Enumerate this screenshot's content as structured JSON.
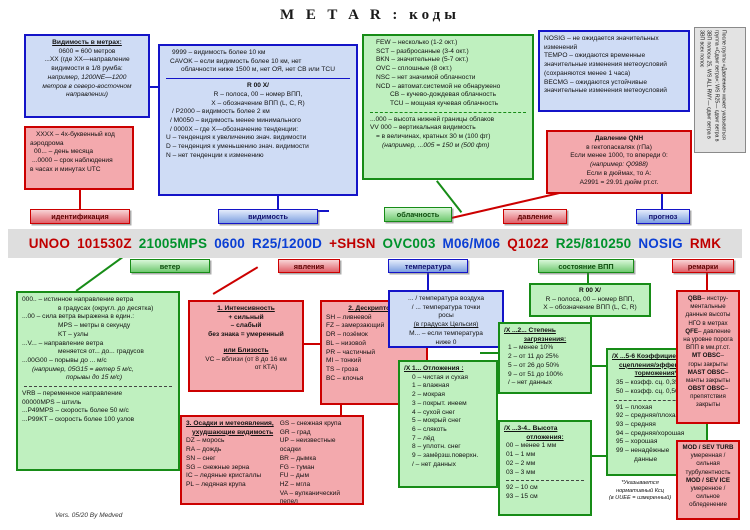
{
  "title": "M E T A R :  коды",
  "footer": "Vers. 05/20   By Medved",
  "vertical_note": "После группы «Давление» может указываться группа «Сдвиг ветра»: WS R25— сдвиг ветра в ЗВП полосы 25, WS ALL RWY— сдвиг ветра в ЗВП всех полос",
  "metar_line": [
    {
      "text": "UNOO",
      "color": "#c00000"
    },
    {
      "text": "101530Z",
      "color": "#c00000"
    },
    {
      "text": "21005MPS",
      "color": "#00922b"
    },
    {
      "text": "0600",
      "color": "#0b3fd4"
    },
    {
      "text": "R25/1200D",
      "color": "#0b3fd4"
    },
    {
      "text": "+SHSN",
      "color": "#c00000"
    },
    {
      "text": "OVC003",
      "color": "#00922b"
    },
    {
      "text": "M06/M06",
      "color": "#0b3fd4"
    },
    {
      "text": "Q1022",
      "color": "#c00000"
    },
    {
      "text": "R25/810250",
      "color": "#00922b"
    },
    {
      "text": "NOSIG",
      "color": "#0b3fd4"
    },
    {
      "text": "RMK",
      "color": "#c00000"
    }
  ],
  "chips": {
    "identification": "идентификация",
    "visibility": "видимость",
    "clouds": "облачность",
    "pressure": "давление",
    "forecast": "прогноз",
    "wind": "ветер",
    "phenomena": "явления",
    "temperature": "температура",
    "runway_state": "состояние ВПП",
    "remarks": "ремарки"
  },
  "visibility_meters": {
    "header": "Видимость в метрах:",
    "lines": [
      "0600 = 600 метров",
      "...XX (где XX—направление",
      "видимости в 1/8 румба:"
    ],
    "italic": [
      "например, 1200NE—1200",
      "метров в северо-восточном",
      "направлении)"
    ]
  },
  "identification": {
    "lines": [
      "XXXX – 4х-буквенный код",
      "аэродрома",
      "00... – день месяца",
      "...0000 – срок наблюдения",
      "в часах и минутах UTC"
    ]
  },
  "visibility_main": {
    "top": [
      "9999 – видимость более 10 км",
      "CAVOK – если видимость более 10 км, нет",
      "облачности ниже 1500 м, нет ОЯ, нет СВ или TCU"
    ],
    "rvr_header": "R 00 X/",
    "rvr_lines": [
      "R – полоса, 00 – номер ВПП,",
      "X – обозначение ВПП (L, C, R)",
      "/ P2000 – видимость более 2 км",
      "/ M0050 – видимость менее минимального",
      "/ 0000X – где X—обозначение тенденции:",
      "U – тенденция к увеличению знач. видимости",
      "D – тенденция к уменьшению знач. видимости",
      "N – нет тенденции к изменению"
    ]
  },
  "clouds": {
    "lines": [
      "FEW – несколько (1-2 окт.)",
      "SCT – разбросанные (3-4 окт.)",
      "BKN – значительные (5-7 окт.)",
      "OVC – сплошные (8 окт.)",
      "NSC – нет значимой облачности",
      "NCD – автомат.системой не обнаружено",
      "CB – кучево-дождевая облачность",
      "TCU – мощная кучевая облачность"
    ],
    "bottom": [
      "...000 – высота нижней границы облаков",
      "VV 000 – вертикальная видимость",
      "= в величинах, кратных 30 м (100 фт)"
    ],
    "bottom_italic": "(например, ...005 = 150 м (500 фт)"
  },
  "forecast": {
    "lines": [
      "NOSIG – не ожидается значительных",
      "изменений",
      "TEMPO – ожидаются временные",
      "значительные изменения метеоусловий",
      "(сохраняются менее 1 часа)",
      "BECMG – ожидаются устойчивые",
      "значительные изменения метеоусловий"
    ]
  },
  "pressure": {
    "header1": "Давление QNH",
    "header2": "в гектопаскалях (гПа)",
    "lines": [
      "Если менее 1000, то впереди 0:",
      "(например: Q0988)",
      "Если в дюймах, то A:",
      "A2991 = 29.91 дюйм рт.ст."
    ]
  },
  "wind": {
    "lines": [
      "000.. – истинное направление ветра",
      "в градусах (округл. до десятка)",
      "...00 – сила ветра выражена в един.:",
      "MPS – метры в секунду",
      "KT – узлы",
      "...V... – направление ветра",
      "меняется от... до... градусов",
      "...00G00 – порывы до ... м/с"
    ],
    "italic": [
      "(например, 05G15 = ветер 5 м/с,",
      "порывы до 15  м/с)"
    ],
    "bottom": [
      "VRB – переменное направление",
      "00000MPS – штиль",
      "...P49MPS – скорость более 50 м/с",
      "...P99KT – скорость более 100 узлов"
    ]
  },
  "intensity": {
    "header": "1. Интенсивность",
    "lines": [
      "+ сильный",
      "– слабый",
      "без знака = умеренный"
    ],
    "sub_header": "или Близость",
    "sub_lines": [
      "VC – вблизи (от 8 до 16 км",
      "от КТА)"
    ]
  },
  "descriptors": {
    "header": "2. Дескрипторы",
    "items": [
      "SH – ливневой",
      "FZ – замерзающий",
      "DR – позёмок",
      "BL – низовой",
      "PR – частичный",
      "MI – тонкий",
      "TS – гроза",
      "BC – клочья"
    ]
  },
  "precipitation": {
    "header1": "3. Осадки и метеоявления,",
    "header2": "ухудшающие видимость",
    "left": [
      "DZ – морось",
      "RA – дождь",
      "SN – снег",
      "SG – снежные зерна",
      "IC – ледяные кристаллы",
      "PL – ледяная крупа"
    ],
    "right": [
      "GS – снежная крупа",
      "GR – град",
      "UP – неизвестные осадки",
      "BR – дымка",
      "FG – туман",
      "FU – дым",
      "HZ – мгла",
      "VA – вулканический пепел"
    ]
  },
  "temperature": {
    "lines": [
      "... / температура воздуха",
      "/ ... температура точки",
      "росы"
    ],
    "underline": "(в градусах Цельсия)",
    "tail": [
      "М... – если температура",
      "ниже 0"
    ]
  },
  "rwy_rvr": {
    "header": "R 00 X/",
    "lines": [
      "R – полоса, 00 – номер ВПП,",
      "X – обозначение ВПП (L, C, R)"
    ]
  },
  "deposits": {
    "header": "/X 1...   Отложения :",
    "items": [
      "0 – чистая и сухая",
      "1 – влажная",
      "2 – мокрая",
      "3 – покрыт. инеем",
      "4 – сухой снег",
      "5 – мокрый снег",
      "6 – слякоть",
      "7 – лёд",
      "8 – уплотн. снег",
      "9 – замёрзш.поверхн.",
      "/ – нет данных"
    ]
  },
  "contamination": {
    "header1": "/X ...2...  Степень",
    "header2": "загрязнения:",
    "items": [
      "1 – менее 10%",
      "2 – от 11 до 25%",
      "5 – от 26 до 50%",
      "9 – от 51 до 100%",
      "/ – нет данных"
    ]
  },
  "depth": {
    "header1": "/X ...3-4.. Высота",
    "header2": "отложения:",
    "items": [
      "00 – менее 1 мм",
      "01 – 1 мм",
      "02 – 2 мм",
      "03 – 3 мм"
    ],
    "items2": [
      "92 – 10 см",
      "93 – 15 см"
    ]
  },
  "friction": {
    "header1": "/X ...5-6 Коэффициент",
    "header2": "сцепления/эффективн.",
    "header3": "торможения*:",
    "items": [
      "35 – коэфф. сц. 0,35",
      "50 – коэфф. сц. 0,50"
    ],
    "items2": [
      "91 – плохая",
      "92 – средняя/плохая",
      "93 – средняя",
      "94 – средняя/хорошая",
      "95 – хорошая",
      "99 – ненадёжные",
      "данные"
    ],
    "note1": "*Указывается",
    "note2": "нормативный Ксц",
    "note3": "(в UUEE = измеренный)"
  },
  "remarks1": {
    "items": [
      {
        "code": "QBB",
        "desc": "– инстру-"
      },
      {
        "code": "",
        "desc": "ментальные"
      },
      {
        "code": "",
        "desc": "данные высоты"
      },
      {
        "code": "",
        "desc": "НГО в метрах"
      },
      {
        "code": "QFE",
        "desc": "– давление"
      },
      {
        "code": "",
        "desc": "на уровне порога"
      },
      {
        "code": "",
        "desc": "ВПП в мм.рт.ст."
      },
      {
        "code": "MT OBSC",
        "desc": "–"
      },
      {
        "code": "",
        "desc": "горы закрыты"
      },
      {
        "code": "MAST OBSC",
        "desc": "–"
      },
      {
        "code": "",
        "desc": "мачты закрыты"
      },
      {
        "code": "OBST OBSC",
        "desc": "–"
      },
      {
        "code": "",
        "desc": "препятствия"
      },
      {
        "code": "",
        "desc": "закрыты"
      }
    ]
  },
  "remarks2": {
    "items": [
      {
        "code": "MOD / SEV TURB",
        "desc": ""
      },
      {
        "code": "",
        "desc": "умеренная /"
      },
      {
        "code": "",
        "desc": "сильная"
      },
      {
        "code": "",
        "desc": "турбулентность"
      },
      {
        "code": "MOD / SEV ICE",
        "desc": ""
      },
      {
        "code": "",
        "desc": "умеренное /"
      },
      {
        "code": "",
        "desc": "сильное"
      },
      {
        "code": "",
        "desc": "обледенение"
      }
    ]
  }
}
